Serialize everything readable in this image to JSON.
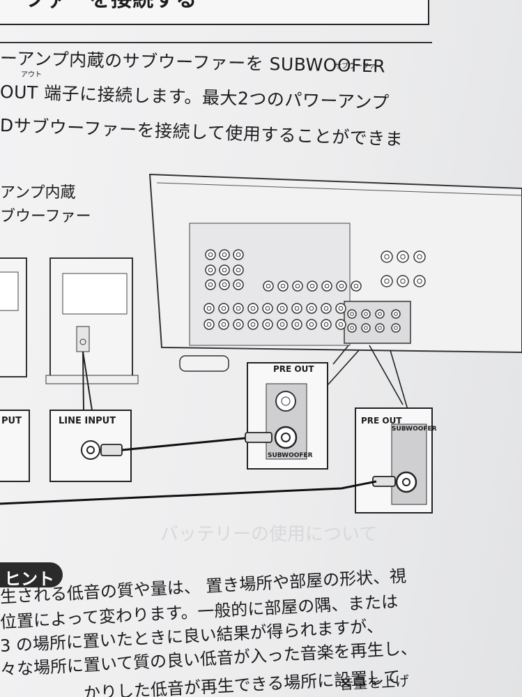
{
  "heading": {
    "title": "ーファーを接続する"
  },
  "intro": {
    "line1": "ーアンプ内蔵のサブウーファーを SUBWOOFER",
    "line2": "OUT 端子に接続します。最大2つのパワーアンプ",
    "line3": "Dサブウーファーを接続して使用することができま",
    "ruby_out": "アウト",
    "ruby_subwoofer": "サブウーファー"
  },
  "speaker_caption": {
    "line1": "アンプ内蔵",
    "line2": "ブウーファー"
  },
  "diagram": {
    "pre_out_label_1": "PRE OUT",
    "pre_out_label_2": "PRE OUT",
    "subwoofer_label_1": "SUBWOOFER",
    "subwoofer_label_2": "SUBWOOFER",
    "line_input_label": "LINE INPUT",
    "line_input_cut_label": "PUT"
  },
  "hint": {
    "tab": "ヒント",
    "line1": "生される低音の質や量は、 置き場所や部屋の形状、視",
    "line2": "位置によって変わります。一般的に部屋の隅、または",
    "line3": "3 の場所に置いたときに良い結果が得られますが、",
    "line4": "々な場所に置いて質の良い低音が入った音楽を再生し、",
    "line5": "かりした低音が再生できる場所に設置して",
    "line6": "音量を上げ"
  },
  "colors": {
    "ink": "#1c1c1e",
    "paper": "#f1f1f2",
    "panel": "#d9d9dc"
  }
}
